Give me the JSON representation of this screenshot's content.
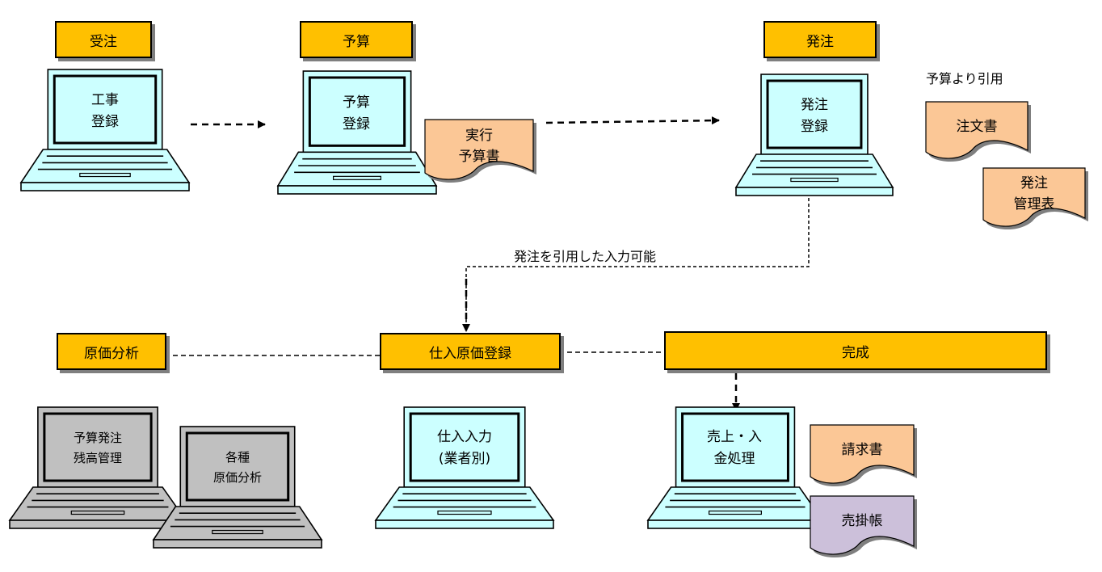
{
  "stages": {
    "juchu": "受注",
    "yosan": "予算",
    "hacchu": "発注",
    "genka_bunseki": "原価分析",
    "shiire": "仕入原価登録",
    "kansei": "完成"
  },
  "screens": {
    "juchu": [
      "工事",
      "登録"
    ],
    "yosan": [
      "予算",
      "登録"
    ],
    "hacchu": [
      "発注",
      "登録"
    ],
    "zandaka": [
      "予算発注",
      "残高管理"
    ],
    "genka": [
      "各種",
      "原価分析"
    ],
    "shiire": [
      "仕入入力",
      "(業者別)"
    ],
    "uriage": [
      "売上・入",
      "金処理"
    ]
  },
  "documents": {
    "jikko_yosansho": [
      "実行",
      "予算書"
    ],
    "chumonsho": [
      "注文書"
    ],
    "hacchu_kanrihyo": [
      "発注",
      "管理表"
    ],
    "seikyusho": [
      "請求書"
    ],
    "urikakecho": [
      "売掛帳"
    ]
  },
  "notes": {
    "yosan_inyo": "予算より引用",
    "hacchu_inyo": "発注を引用した入力可能"
  },
  "colors": {
    "stage_fill": "#ffc000",
    "screen_fill": "#ccffff",
    "screen_fill_gray": "#c0c0c0",
    "document_fill": "#fbc796",
    "ledger_fill": "#ccc0da",
    "shadow": "#7f7f7f"
  }
}
